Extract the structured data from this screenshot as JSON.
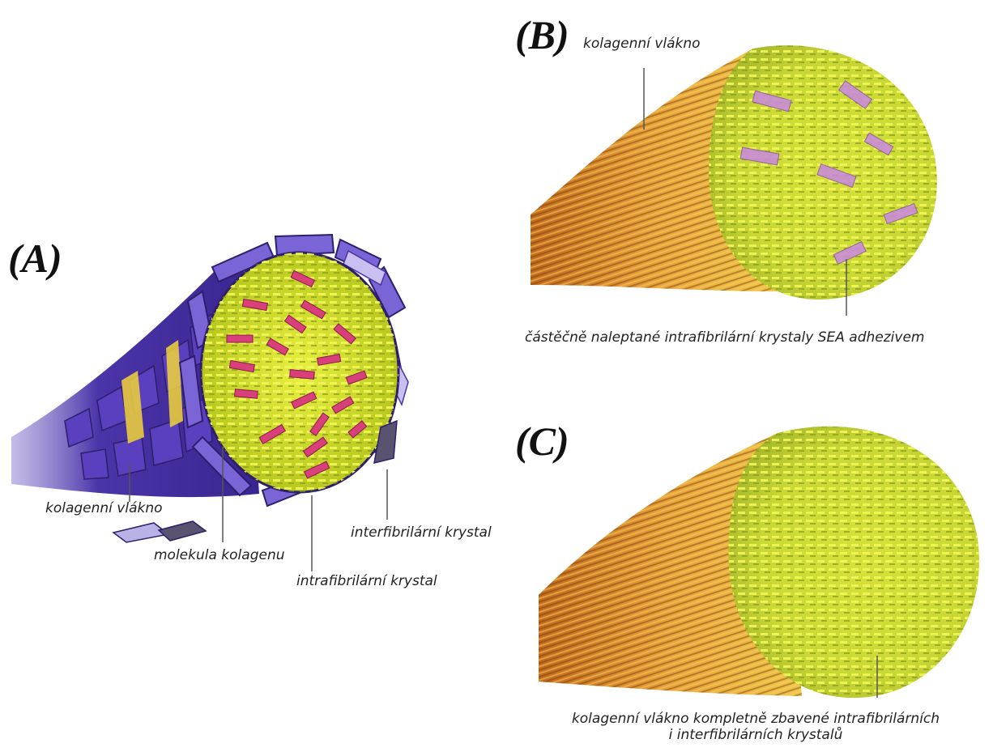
{
  "panels": {
    "A": {
      "letter": "(A)",
      "labels": {
        "collagen_fiber": "kolagenní vlákno",
        "collagen_molecule": "molekula kolagenu",
        "intrafibrillar_crystal": "intrafibrilární krystal",
        "interfibrillar_crystal": "interfibrilární krystal"
      }
    },
    "B": {
      "letter": "(B)",
      "labels": {
        "collagen_fiber": "kolagenní vlákno",
        "etched_crystals": "částěčně naleptané intrafibrilární krystaly SEA adhezivem"
      }
    },
    "C": {
      "letter": "(C)",
      "labels": {
        "depleted_fiber_line1": "kolagenní vlákno kompletně zbavené intrafibrilárních",
        "depleted_fiber_line2": "i interfibrilárních krystalů"
      }
    }
  },
  "colors": {
    "mineral_purple": "#6a4fc7",
    "mineral_dark": "#2e1f6b",
    "collagen_yellow": "#e6f03a",
    "collagen_orange": "#e89a2c",
    "crystal_magenta": "#d9407a",
    "etched_crystal_pink": "#c98bd8"
  }
}
